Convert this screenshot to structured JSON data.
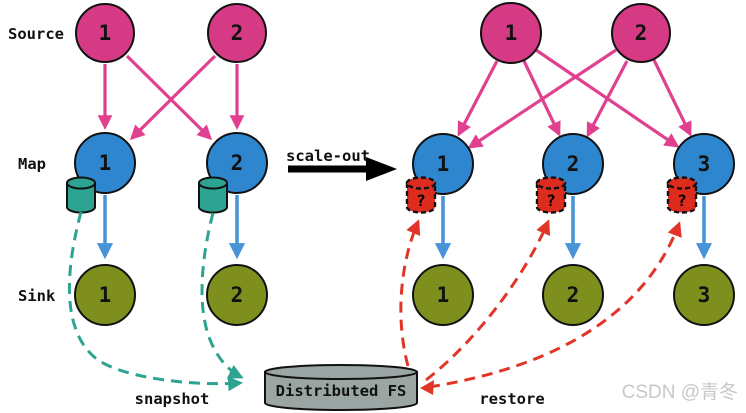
{
  "labels": {
    "source_row": "Source",
    "map_row": "Map",
    "sink_row": "Sink",
    "scale_out": "scale-out",
    "snapshot": "snapshot",
    "restore": "restore",
    "distributed_fs": "Distributed FS",
    "unknown_state": "?"
  },
  "before": {
    "sources": [
      "1",
      "2"
    ],
    "maps": [
      "1",
      "2"
    ],
    "sinks": [
      "1",
      "2"
    ]
  },
  "after": {
    "sources": [
      "1",
      "2"
    ],
    "maps": [
      "1",
      "2",
      "3"
    ],
    "sinks": [
      "1",
      "2",
      "3"
    ]
  },
  "colors": {
    "source_node": "#d63a84",
    "map_node": "#2e86cf",
    "sink_node": "#7f8f1e",
    "state_cylinder": "#2da392",
    "unknown_cylinder": "#dd2c1d",
    "fs_cylinder": "#9aa5a4",
    "source_arrow": "#e0408f",
    "map_arrow": "#4793d8",
    "snapshot_arrow": "#2da392",
    "restore_arrow": "#e03528",
    "scale_arrow": "#000000"
  },
  "watermark": "CSDN @青冬"
}
